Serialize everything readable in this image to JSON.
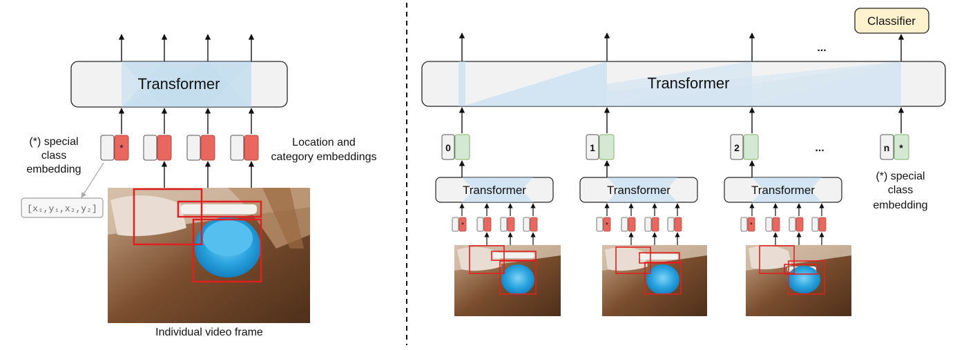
{
  "left": {
    "transformer_label": "Transformer",
    "special_note": [
      "(*) special",
      "class",
      "embedding"
    ],
    "location_note": [
      "Location and",
      "category embeddings"
    ],
    "bbox_formula": "[x₁,y₁,x₂,y₂]",
    "star": "*",
    "caption": "Individual video frame"
  },
  "right": {
    "transformer_label": "Transformer",
    "classifier_label": "Classifier",
    "ellipsis_top": "...",
    "ellipsis_mid": "...",
    "frame_transformer_label": "Transformer",
    "index_labels": [
      "0",
      "1",
      "2",
      "n"
    ],
    "star": "*",
    "special_note": [
      "(*) special",
      "class",
      "embedding"
    ]
  },
  "colors": {
    "token_red": "#e8685f",
    "token_gray": "#f2f2f2",
    "token_green": "#d5e8d4",
    "classifier_fill": "#fff2cc",
    "attention_blue": "#bfdcf2",
    "box_red": "#e02020",
    "transformer_fill": "#f2f2f2"
  }
}
